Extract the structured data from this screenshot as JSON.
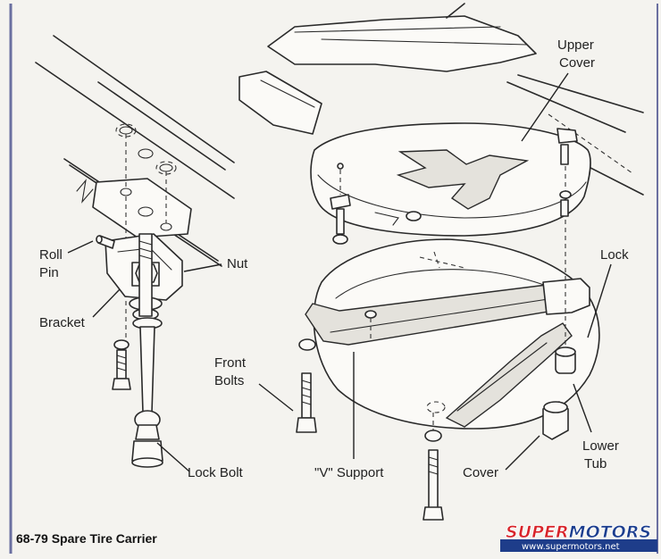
{
  "labels": {
    "upper_cover": [
      "Upper",
      "Cover"
    ],
    "lock": "Lock",
    "roll_pin": [
      "Roll",
      "Pin"
    ],
    "nut": "Nut",
    "bracket": "Bracket",
    "front_bolts": [
      "Front",
      "Bolts"
    ],
    "lock_bolt": "Lock Bolt",
    "v_support": "\"V\" Support",
    "cover": "Cover",
    "lower_tub": [
      "Lower",
      "Tub"
    ]
  },
  "caption": "68-79 Spare Tire Carrier",
  "watermark": {
    "brand_part1": "SUPER",
    "brand_part2": "MOTORS",
    "url": "www.supermotors.net",
    "colors": {
      "brand_red": "#d8242a",
      "brand_blue": "#1d3f8f",
      "band": "#1e3d8a"
    }
  }
}
